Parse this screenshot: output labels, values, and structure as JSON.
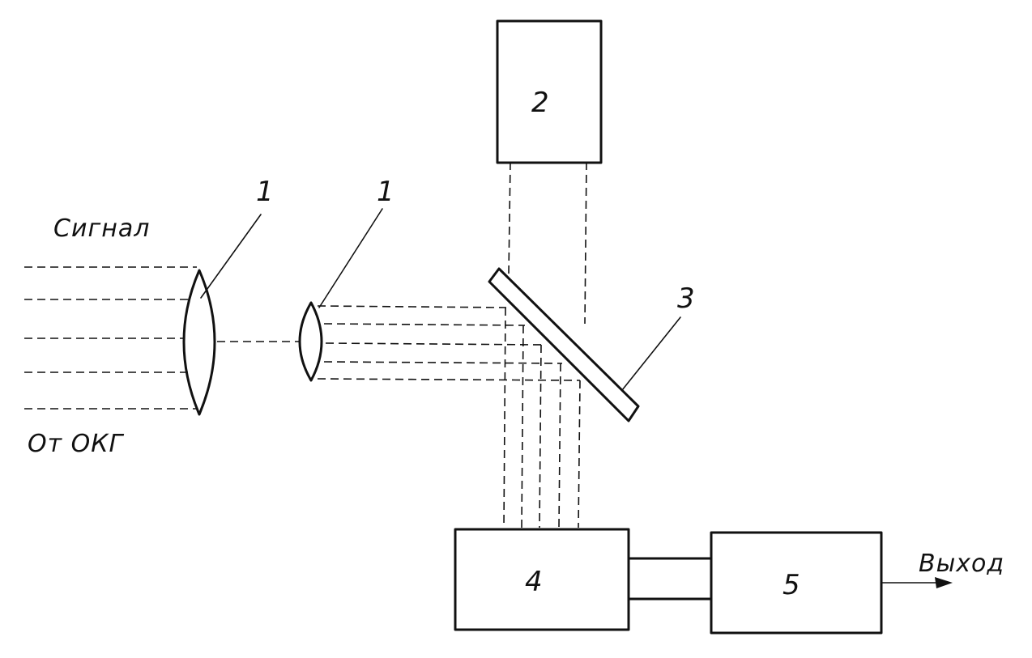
{
  "labels": {
    "signal": "Сигнал",
    "from_okg": "От ОКГ",
    "output": "Выход",
    "lens_left": "1",
    "lens_right": "1",
    "block_2": "2",
    "plate_3": "3",
    "block_4": "4",
    "block_5": "5"
  },
  "colors": {
    "ink": "#111111",
    "background": "#ffffff"
  }
}
